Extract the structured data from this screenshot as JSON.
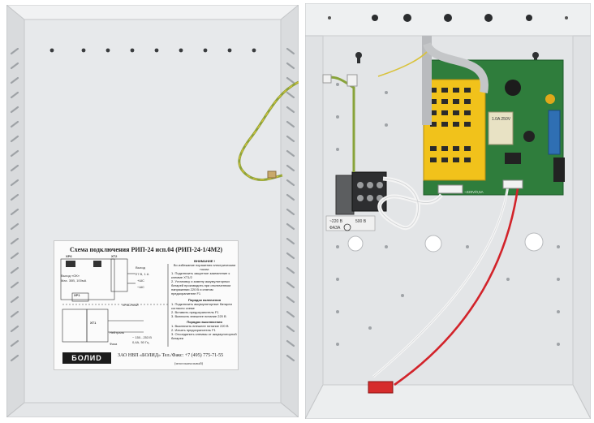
{
  "label": {
    "title": "Схема подключения РИП-24 исп.04 (РИП-24-1/4М2)",
    "brand": "БОЛИD",
    "footer": "ЗАО НВП «БОЛИД» Тел./Факс: +7 (495) 775-71-55",
    "footer_note": "(многоканальный)",
    "terminal_xp6": "XP6",
    "terminal_xt2": "XT2",
    "terminal_xp1": "XP1",
    "terminal_xt1": "XT1",
    "output_label": "Выход",
    "output_value": "27 В, 1 А",
    "output_ok": "Выход «ОК»",
    "output_ok_value": "Мах. 30В, 100мА",
    "plus_shs": "+ШС",
    "minus_shs": "−ШС",
    "red_label": "КРАСНЫЙ",
    "neutral": "Нейтраль",
    "phase": "Фаза",
    "mains": "~ 150...253 В",
    "mains_freq": "0,4А, 50 Гц",
    "warning_title": "ВНИМАНИЕ !",
    "warning_sub": "Во избежание поражения электрическим током:",
    "warning_1": "1. Подключить защитное заземление к клемме XT1/2",
    "warning_2": "2. Установку и замену аккумуляторных батарей производить при отключенном напряжении 220 В и снятом предохранителе F1",
    "on_title": "Порядок включения",
    "on_1": "1. Подключить аккумуляторные батареи согласно схеме",
    "on_2": "2. Вставить предохранитель F1",
    "on_3": "3. Включить внешнее питание 220 В",
    "off_title": "Порядок выключения",
    "off_1": "1. Выключить внешнее питание 220 В",
    "off_2": "2. Изъять предохранитель F1",
    "off_3": "3. Отсоединить клеммы от аккумуляторной батареи"
  },
  "box": {
    "voltage_label": "~220 В",
    "fuse_label": "500 В",
    "ground_label": "ФАЗА",
    "pcb_text": "1.0A 250V",
    "relay_text": "~220V/0,5A"
  }
}
